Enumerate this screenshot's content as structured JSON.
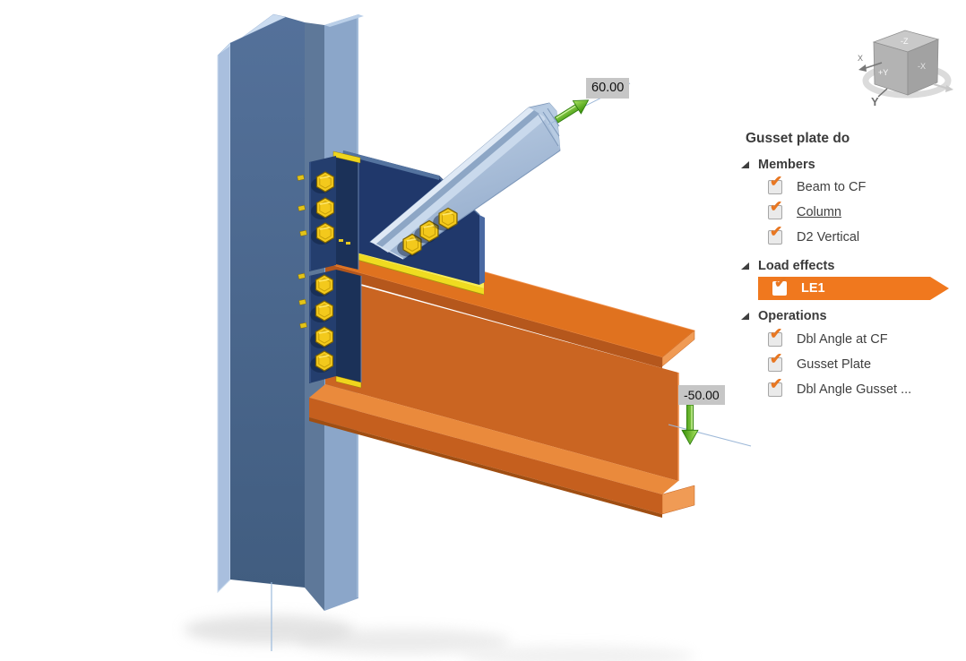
{
  "panel": {
    "title": "Gusset plate do",
    "check_glyph": "✔",
    "expander_icon": "tree-expander-triangle",
    "sections": [
      {
        "label": "Members",
        "items": [
          {
            "label": "Beam to CF",
            "checked": true
          },
          {
            "label": "Column",
            "checked": true,
            "underlined": true
          },
          {
            "label": "D2 Vertical",
            "checked": true
          }
        ]
      },
      {
        "label": "Load effects",
        "items": [
          {
            "label": "LE1",
            "checked": true,
            "selected": true
          }
        ]
      },
      {
        "label": "Operations",
        "items": [
          {
            "label": "Dbl Angle at CF",
            "checked": true
          },
          {
            "label": "Gusset Plate",
            "checked": true
          },
          {
            "label": "Dbl Angle Gusset ...",
            "checked": true
          }
        ]
      }
    ]
  },
  "viewport": {
    "dimension_labels": [
      {
        "text": "60.00"
      },
      {
        "text": "-50.00"
      }
    ]
  },
  "view_cube": {
    "face_top": "-Z",
    "face_front": "+Y",
    "face_right": "-X",
    "axis_x": "X",
    "axis_y": "Y"
  },
  "colors": {
    "accent_orange": "#F0781E",
    "beam_orange_top": "#E0721F",
    "beam_orange_front": "#CA6522",
    "steel_blue_light": "#A9BFDE",
    "steel_blue_mid": "#8BA6C9",
    "steel_blue_web": "#4A6484",
    "navy_plate": "#20386B",
    "cleat_navy": "#243E6E",
    "bolt_yellow": "#F3C91C",
    "plate_yellow": "#EFDC20",
    "diag_steel": "#A8BDD9",
    "arrow_green": "#4FA517",
    "label_bg": "#C6C6C6",
    "text_dark": "#3A3A3A"
  }
}
